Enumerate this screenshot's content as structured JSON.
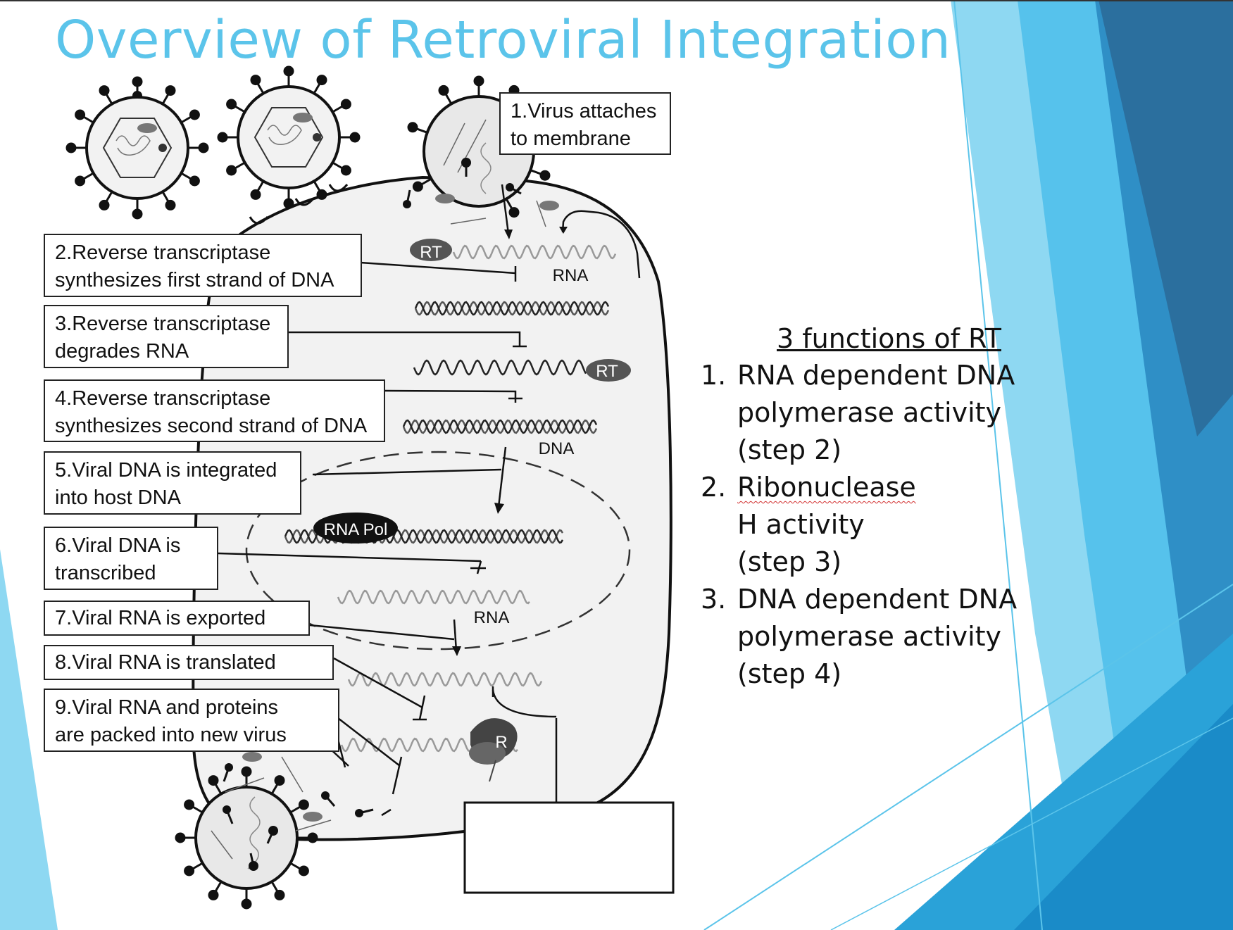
{
  "slide": {
    "title": "Overview of Retroviral Integration"
  },
  "colors": {
    "title": "#5bc4ea",
    "accent_light": "#8ed8f2",
    "accent_mid": "#3fb6e6",
    "accent_dark": "#2b78ab",
    "cell_fill": "#f2f2f2",
    "outline": "#111111"
  },
  "steps": [
    {
      "num": "1.",
      "lines": [
        "Virus attaches",
        "to membrane"
      ]
    },
    {
      "num": "2.",
      "lines": [
        "Reverse transcriptase",
        "synthesizes first strand of DNA"
      ]
    },
    {
      "num": "3.",
      "lines": [
        "Reverse transcriptase",
        "degrades RNA"
      ]
    },
    {
      "num": "4.",
      "lines": [
        "Reverse transcriptase",
        "synthesizes second strand of DNA"
      ]
    },
    {
      "num": "5.",
      "lines": [
        "Viral DNA is integrated",
        "into host DNA"
      ]
    },
    {
      "num": "6.",
      "lines": [
        "Viral DNA is",
        "transcribed"
      ]
    },
    {
      "num": "7.",
      "lines": [
        "Viral RNA is exported"
      ]
    },
    {
      "num": "8.",
      "lines": [
        "Viral RNA is translated"
      ]
    },
    {
      "num": "9.",
      "lines": [
        "Viral RNA and proteins",
        "are packed into new virus"
      ]
    }
  ],
  "diagram_labels": {
    "rt_1": "RT",
    "rna_1": "RNA",
    "rt_2": "RT",
    "dna": "DNA",
    "rna_pol": "RNA Pol",
    "rna_2": "RNA",
    "ribosome": "R"
  },
  "rt_functions": {
    "heading": "3 functions of RT",
    "items": [
      {
        "num": "1.",
        "lines": [
          "RNA dependent DNA",
          "polymerase activity",
          "(step 2)"
        ]
      },
      {
        "num": "2.",
        "word": "Ribonuclease",
        "rest": " H activity",
        "step": "(step 3)"
      },
      {
        "num": "3.",
        "lines": [
          "DNA dependent DNA",
          "polymerase activity",
          "(step 4)"
        ]
      }
    ]
  }
}
